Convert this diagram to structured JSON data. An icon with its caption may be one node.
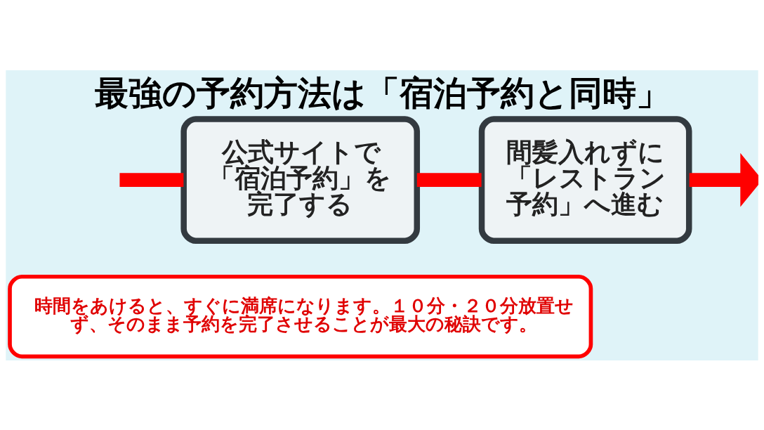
{
  "diagram": {
    "title": "最強の予約方法は「宿泊予約と同時」",
    "nodes": [
      {
        "text": [
          "公式サイトで「宿泊予約」を完了する"
        ]
      },
      {
        "text": [
          "間髪入れずに「レストラン予約」へ進む"
        ]
      },
      {
        "text": [
          "時間をあけると、すぐに満席になります。１０分・２０分放置せず、そのまま予約を完了させることが最大の秘訣です。"
        ]
      }
    ],
    "edges": [
      {
        "from": null,
        "to": 0,
        "arrow": "none"
      },
      {
        "from": 0,
        "to": 1,
        "arrow": "none"
      },
      {
        "from": 1,
        "to": null,
        "arrow": "to"
      }
    ]
  }
}
